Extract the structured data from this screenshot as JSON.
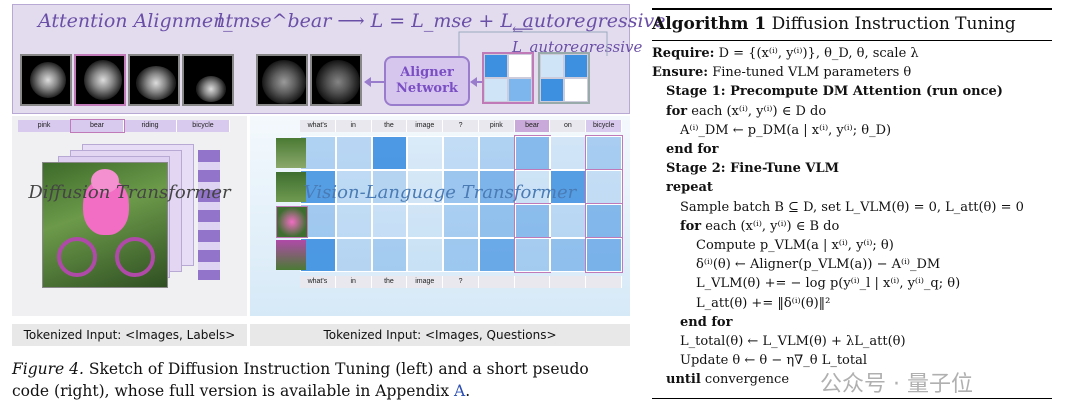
{
  "figure": {
    "attention_title": "Attention Alignment",
    "loss_equation": "l_mse^bear ⟶ L = L_mse + L_autoregressive",
    "l_autoregressive_label": "⟵ L_autoregressive",
    "aligner_line1": "Aligner",
    "aligner_line2": "Network",
    "diffusion_tokens": [
      "pink",
      "bear",
      "riding",
      "bicycle"
    ],
    "vlm_tokens_top": [
      "what's",
      "in",
      "the",
      "image",
      "?",
      "pink",
      "bear",
      "on",
      "bicycle"
    ],
    "vlm_tokens_bottom": [
      "what's",
      "in",
      "the",
      "image",
      "?",
      "",
      "",
      "",
      ""
    ],
    "diffusion_title": "Diffusion Transformer",
    "vlm_title": "Vision-Language Transformer",
    "tokenized_left": "Tokenized Input: <Images, Labels>",
    "tokenized_right": "Tokenized Input: <Images, Questions>",
    "heatmap_levels": [
      [
        0.3,
        0.25,
        0.9,
        0.05,
        0.2,
        0.3,
        0.55,
        0.1,
        0.35
      ],
      [
        0.85,
        0.2,
        0.25,
        0.05,
        0.4,
        0.6,
        0.1,
        0.85,
        0.15
      ],
      [
        0.35,
        0.15,
        0.1,
        0.05,
        0.3,
        0.45,
        0.5,
        0.2,
        0.55
      ],
      [
        0.9,
        0.2,
        0.3,
        0.05,
        0.35,
        0.7,
        0.3,
        0.45,
        0.6
      ]
    ],
    "colors": {
      "purple": "#6a4fa6",
      "blue": "#4a7bb5",
      "cell_blue": "#3d8fe0"
    }
  },
  "caption": {
    "label": "Figure 4.",
    "text": " Sketch of Diffusion Instruction Tuning (left) and a short pseudo code (right), whose full version is available in Appendix ",
    "link": "A",
    "end": "."
  },
  "algorithm": {
    "number": "Algorithm 1",
    "title": "Diffusion Instruction Tuning",
    "lines": [
      {
        "indent": 0,
        "kw": "Require:",
        "text": " D = {(x⁽ⁱ⁾, y⁽ⁱ⁾)}, θ_D, θ, scale λ"
      },
      {
        "indent": 0,
        "kw": "Ensure:",
        "text": "  Fine-tuned VLM parameters θ"
      },
      {
        "indent": 1,
        "kw": "Stage 1: Precompute DM Attention (run once)",
        "text": ""
      },
      {
        "indent": 1,
        "kw": "for",
        "text": " each (x⁽ⁱ⁾, y⁽ⁱ⁾) ∈ D do"
      },
      {
        "indent": 2,
        "kw": "",
        "text": "A⁽ⁱ⁾_DM ← p_DM(a | x⁽ⁱ⁾, y⁽ⁱ⁾; θ_D)"
      },
      {
        "indent": 1,
        "kw": "end for",
        "text": ""
      },
      {
        "indent": 1,
        "kw": "Stage 2: Fine-Tune VLM",
        "text": ""
      },
      {
        "indent": 1,
        "kw": "repeat",
        "text": ""
      },
      {
        "indent": 2,
        "kw": "",
        "text": "Sample batch B ⊆ D, set L_VLM(θ) = 0, L_att(θ) = 0"
      },
      {
        "indent": 2,
        "kw": "for",
        "text": " each (x⁽ⁱ⁾, y⁽ⁱ⁾) ∈ B do"
      },
      {
        "indent": 3,
        "kw": "",
        "text": "Compute p_VLM(a | x⁽ⁱ⁾, y⁽ⁱ⁾; θ)"
      },
      {
        "indent": 3,
        "kw": "",
        "text": "δ⁽ⁱ⁾(θ) ← Aligner(p_VLM(a))  −  A⁽ⁱ⁾_DM"
      },
      {
        "indent": 3,
        "kw": "",
        "text": "L_VLM(θ) += − log p(y⁽ⁱ⁾_l | x⁽ⁱ⁾, y⁽ⁱ⁾_q; θ)"
      },
      {
        "indent": 3,
        "kw": "",
        "text": "L_att(θ) += ‖δ⁽ⁱ⁾(θ)‖²"
      },
      {
        "indent": 2,
        "kw": "end for",
        "text": ""
      },
      {
        "indent": 2,
        "kw": "",
        "text": "L_total(θ) ← L_VLM(θ) + λL_att(θ)"
      },
      {
        "indent": 2,
        "kw": "",
        "text": "Update θ ← θ − η∇_θ L_total"
      },
      {
        "indent": 1,
        "kw": "until",
        "text": " convergence"
      }
    ]
  },
  "watermark": "公众号 · 量子位"
}
